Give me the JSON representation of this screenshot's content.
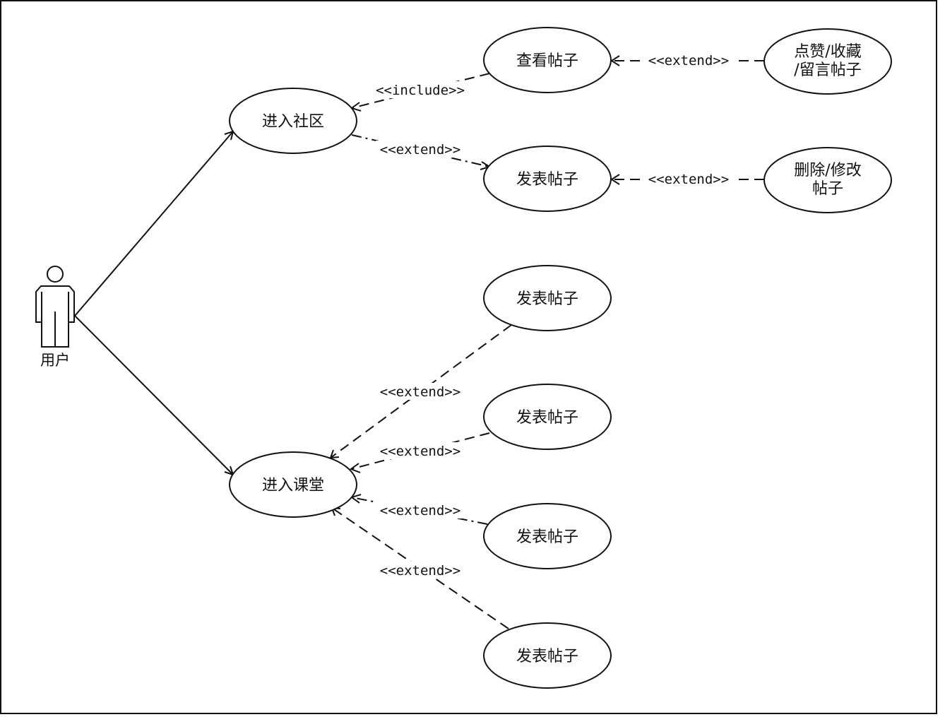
{
  "actor": {
    "label": "用户"
  },
  "use_cases": [
    {
      "id": "community",
      "label": [
        "进入社区"
      ]
    },
    {
      "id": "classroom",
      "label": [
        "进入课堂"
      ]
    },
    {
      "id": "view-post",
      "label": [
        "查看帖子"
      ]
    },
    {
      "id": "publish-post-1",
      "label": [
        "发表帖子"
      ]
    },
    {
      "id": "like-collect",
      "label": [
        "点赞/收藏",
        "/留言帖子"
      ]
    },
    {
      "id": "delete-modify",
      "label": [
        "删除/修改",
        "帖子"
      ]
    },
    {
      "id": "publish-post-2",
      "label": [
        "发表帖子"
      ]
    },
    {
      "id": "publish-post-3",
      "label": [
        "发表帖子"
      ]
    },
    {
      "id": "publish-post-4",
      "label": [
        "发表帖子"
      ]
    },
    {
      "id": "publish-post-5",
      "label": [
        "发表帖子"
      ]
    }
  ],
  "relations": [
    {
      "from": "actor",
      "to": "community",
      "style": "association",
      "label": ""
    },
    {
      "from": "actor",
      "to": "classroom",
      "style": "association",
      "label": ""
    },
    {
      "from": "view-post",
      "to": "community",
      "style": "dependency",
      "label": "<<include>>"
    },
    {
      "from": "community",
      "to": "publish-post-1",
      "style": "dependency",
      "label": "<<extend>>"
    },
    {
      "from": "like-collect",
      "to": "view-post",
      "style": "dependency",
      "label": "<<extend>>"
    },
    {
      "from": "delete-modify",
      "to": "publish-post-1",
      "style": "dependency",
      "label": "<<extend>>"
    },
    {
      "from": "publish-post-2",
      "to": "classroom",
      "style": "dependency",
      "label": "<<extend>>"
    },
    {
      "from": "publish-post-3",
      "to": "classroom",
      "style": "dependency",
      "label": "<<extend>>"
    },
    {
      "from": "publish-post-4",
      "to": "classroom",
      "style": "dependency",
      "label": "<<extend>>"
    },
    {
      "from": "publish-post-5",
      "to": "classroom",
      "style": "dependency",
      "label": "<<extend>>"
    }
  ]
}
